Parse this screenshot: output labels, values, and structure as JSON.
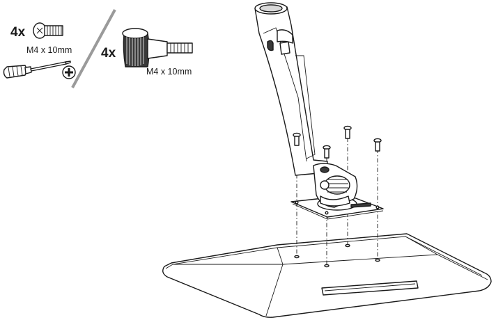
{
  "hardware": {
    "screw": {
      "quantity": "4x",
      "spec": "M4 x 10mm"
    },
    "thumbscrew": {
      "quantity": "4x",
      "spec": "M4 x 10mm"
    }
  },
  "icons": {
    "screw": "phillips-screw-icon",
    "screwdriver": "phillips-screwdriver-icon",
    "phillips": "phillips-cross-icon",
    "thumbscrew": "knurled-thumbscrew-icon"
  },
  "colors": {
    "ink": "#1a1a1a",
    "fill_gray": "#d9d9d9",
    "divider": "#9a9a9a"
  }
}
